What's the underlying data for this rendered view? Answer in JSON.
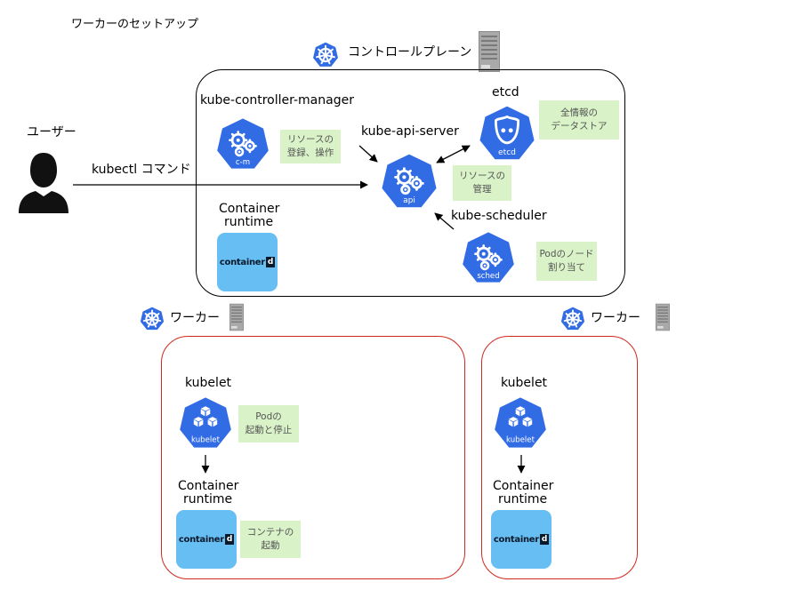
{
  "title": "ワーカーのセットアップ",
  "user": {
    "label": "ユーザー",
    "command": "kubectl コマンド"
  },
  "control_plane": {
    "label": "コントロールプレーン",
    "components": {
      "controller_manager": {
        "label": "kube-controller-manager",
        "badge": "c-m",
        "note": [
          "リソースの",
          "登録、操作"
        ]
      },
      "api_server": {
        "label": "kube-api-server",
        "badge": "api",
        "note": [
          "リソースの",
          "管理"
        ]
      },
      "etcd": {
        "label": "etcd",
        "badge": "etcd",
        "note": [
          "全情報の",
          "データストア"
        ]
      },
      "scheduler": {
        "label": "kube-scheduler",
        "badge": "sched",
        "note": [
          "Podのノード",
          "割り当て"
        ]
      },
      "runtime": {
        "label_line1": "Container",
        "label_line2": "runtime",
        "logo": "container",
        "logo_d": "d"
      }
    }
  },
  "workers": [
    {
      "label": "ワーカー",
      "kubelet": {
        "label": "kubelet",
        "badge": "kubelet",
        "note": [
          "Podの",
          "起動と停止"
        ]
      },
      "runtime": {
        "label_line1": "Container",
        "label_line2": "runtime",
        "logo": "container",
        "logo_d": "d",
        "note": [
          "コンテナの",
          "起動"
        ]
      }
    },
    {
      "label": "ワーカー",
      "kubelet": {
        "label": "kubelet",
        "badge": "kubelet"
      },
      "runtime": {
        "label_line1": "Container",
        "label_line2": "runtime",
        "logo": "container",
        "logo_d": "d"
      }
    }
  ],
  "colors": {
    "k8s_blue": "#326ce5",
    "note_green": "#d9f2c8",
    "runtime_blue": "#66bef3",
    "worker_border": "#d1291f"
  },
  "icons": [
    "kubernetes-logo-icon",
    "server-rack-icon",
    "user-silhouette-icon"
  ]
}
